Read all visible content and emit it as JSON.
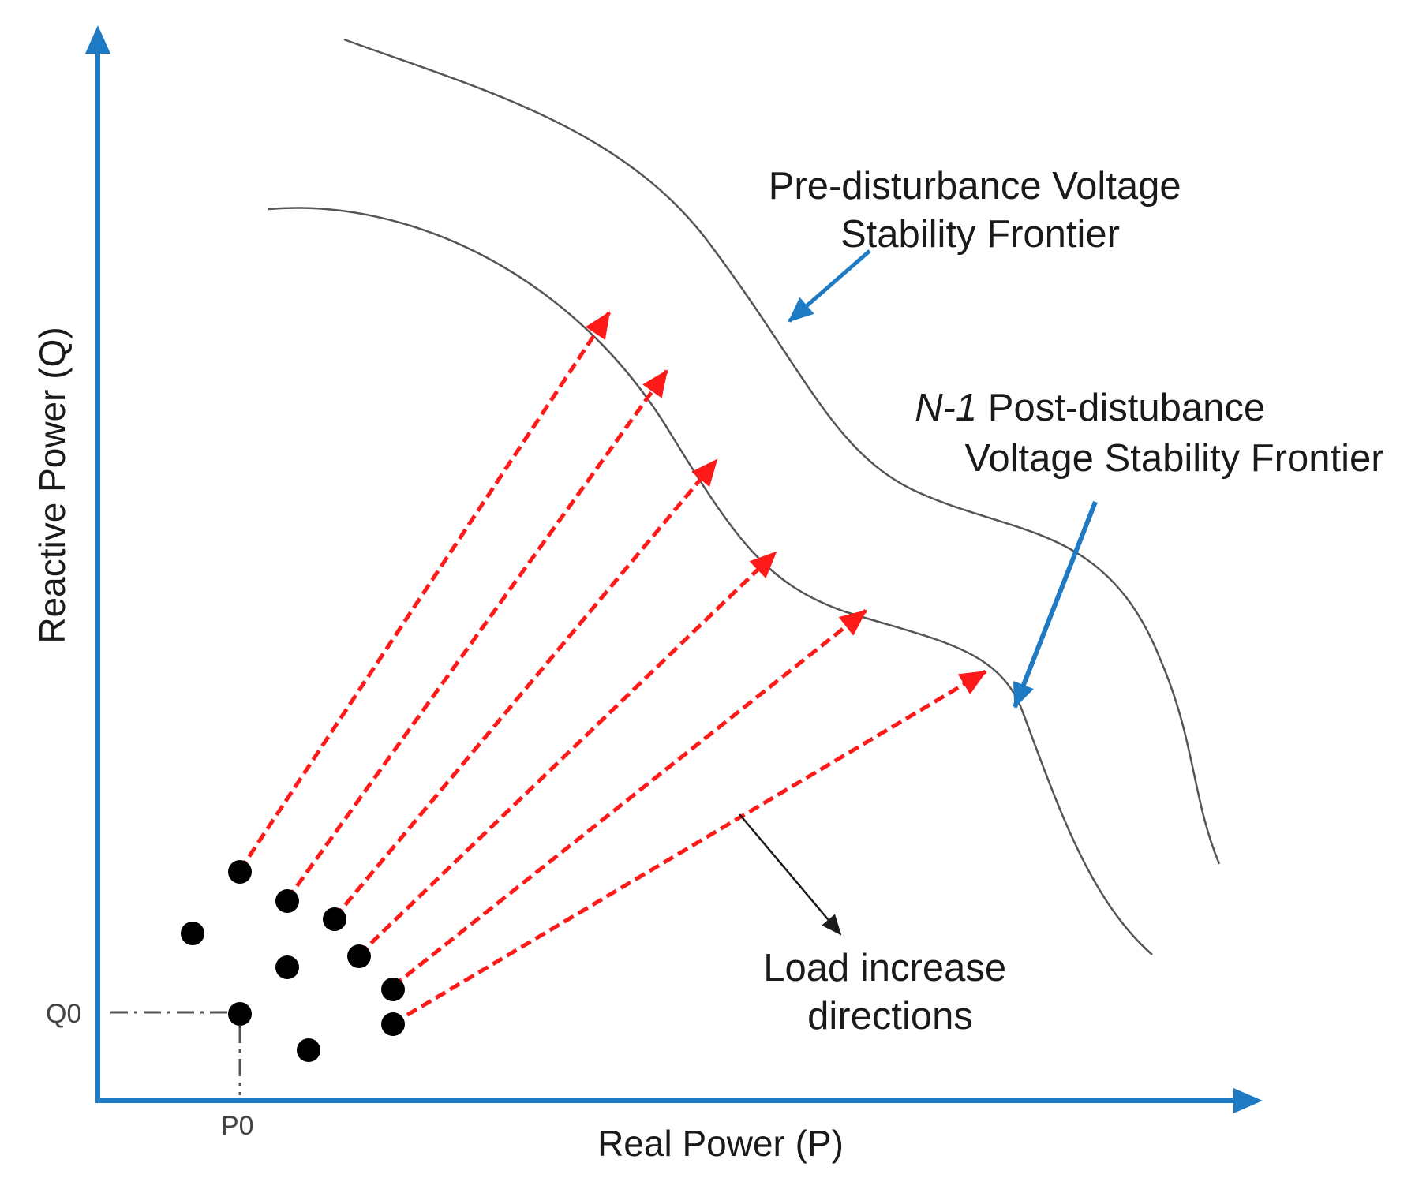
{
  "axes": {
    "x_label": "Real Power (P)",
    "y_label": "Reactive Power (Q)",
    "p0_label": "P0",
    "q0_label": "Q0"
  },
  "annotations": {
    "pre_frontier_line1": "Pre-disturbance Voltage",
    "pre_frontier_line2": "Stability Frontier",
    "post_frontier_prefix": "N-1",
    "post_frontier_rest": " Post-distubance",
    "post_frontier_line2": "Voltage Stability Frontier",
    "load_line1": "Load increase",
    "load_line2": "directions"
  },
  "colors": {
    "axis": "#1f7ac4",
    "arrow": "#ff1a1a",
    "curve": "#555555",
    "point": "#000000",
    "pointer": "#1a1a1a"
  }
}
